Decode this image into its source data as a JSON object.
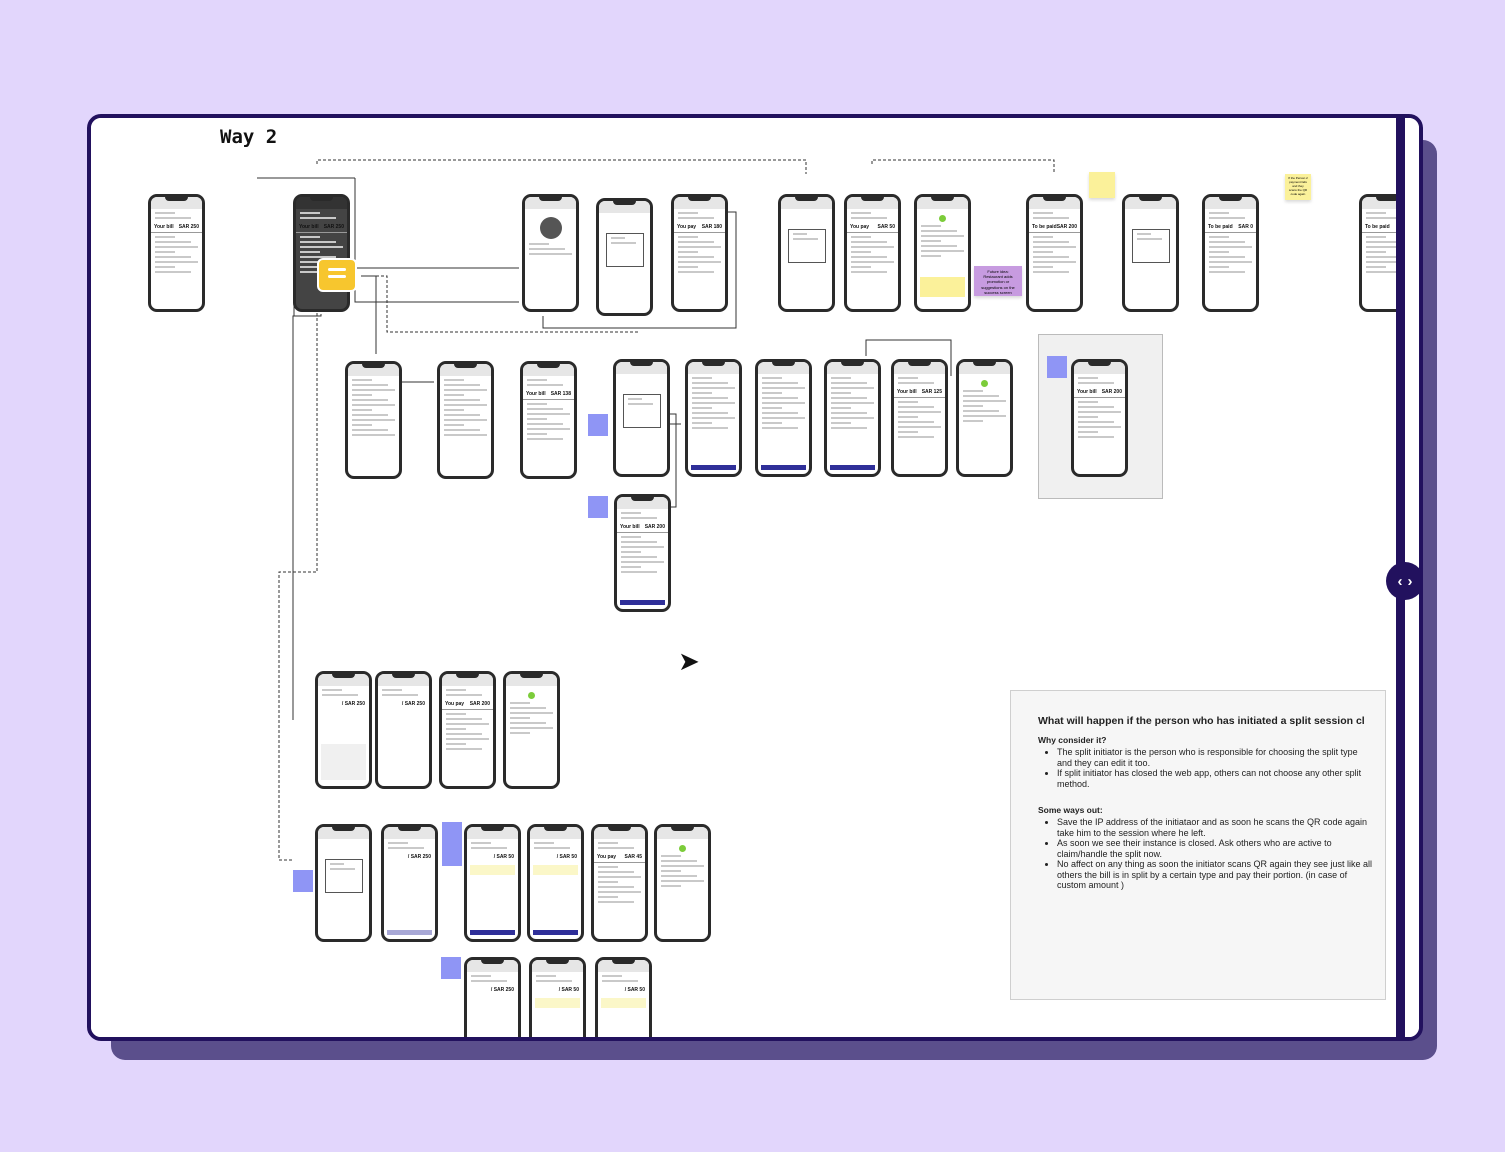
{
  "board": {
    "title": "Way 2"
  },
  "nav": {
    "prev": "‹",
    "next": "›"
  },
  "phones": [
    {
      "kind": "bill",
      "label": "Your bill",
      "amount": "SAR 250"
    },
    {
      "kind": "dark",
      "label": "Your bill",
      "amount": "SAR 250"
    },
    {
      "kind": "avatar"
    },
    {
      "kind": "modal"
    },
    {
      "kind": "bill",
      "label": "You pay",
      "amount": "SAR 180"
    },
    {
      "kind": "modal"
    },
    {
      "kind": "bill",
      "label": "You pay",
      "amount": "SAR 50"
    },
    {
      "kind": "success"
    },
    {
      "kind": "bill",
      "label": "To be paid",
      "amount": "SAR 200"
    },
    {
      "kind": "modal"
    },
    {
      "kind": "bill",
      "label": "To be paid",
      "amount": "SAR 0"
    },
    {
      "kind": "bill",
      "label": "To be paid",
      "amount": ""
    },
    {
      "kind": "list"
    },
    {
      "kind": "list"
    },
    {
      "kind": "bill",
      "label": "Your bill",
      "amount": "SAR 138"
    },
    {
      "kind": "modal"
    },
    {
      "kind": "listbtn"
    },
    {
      "kind": "listbtn"
    },
    {
      "kind": "listbtn"
    },
    {
      "kind": "bill",
      "label": "Your bill",
      "amount": "SAR 125"
    },
    {
      "kind": "success"
    },
    {
      "kind": "bill",
      "label": "Your bill",
      "amount": "SAR 200"
    },
    {
      "kind": "billbtn",
      "label": "Your bill",
      "amount": "SAR 200"
    },
    {
      "kind": "keypad",
      "amount": "/ SAR 250"
    },
    {
      "kind": "amount",
      "amount": "/ SAR 250"
    },
    {
      "kind": "bill",
      "label": "You pay",
      "amount": "SAR 200"
    },
    {
      "kind": "success"
    },
    {
      "kind": "modal"
    },
    {
      "kind": "amountlight",
      "amount": "/ SAR 250"
    },
    {
      "kind": "amountbtn",
      "amount": "/ SAR 50"
    },
    {
      "kind": "amountbtn",
      "amount": "/ SAR 50"
    },
    {
      "kind": "bill",
      "label": "You pay",
      "amount": "SAR 45"
    },
    {
      "kind": "success"
    },
    {
      "kind": "amount",
      "amount": "/ SAR 250"
    },
    {
      "kind": "amountyel",
      "amount": "/ SAR 50"
    },
    {
      "kind": "amountyel",
      "amount": "/ SAR 50"
    }
  ],
  "stickies": {
    "future_idea": "Future idea: Restaurant adds promotion or suggestions on the success screen",
    "payment_fails": "If the Person 2 payment fails and they scans the QR code again"
  },
  "panel": {
    "heading": "What will happen if the person who has initiated a split session cl",
    "why_title": "Why consider it?",
    "why": [
      "The split initiator is the person who is responsible for choosing the split type and they can edit it too.",
      "If split initiator has closed the web app, others can not choose any other split method."
    ],
    "ways_title": "Some ways out:",
    "ways": [
      "Save the IP address of the initiataor and as soon he scans the QR code again take him to the session where he left.",
      "As soon we see their instance is closed. Ask others who are active to claim/handle the split now.",
      "No affect on any thing as soon the initiator scans QR again they see just like all others the bill is in split by a certain type and pay their portion. (in case of custom amount )"
    ]
  },
  "colors": {
    "frame": "#22115e",
    "background": "#e2d6fc",
    "accent": "#8f95f5",
    "sticky": "#fbf19a",
    "note_purple": "#c79be0"
  }
}
